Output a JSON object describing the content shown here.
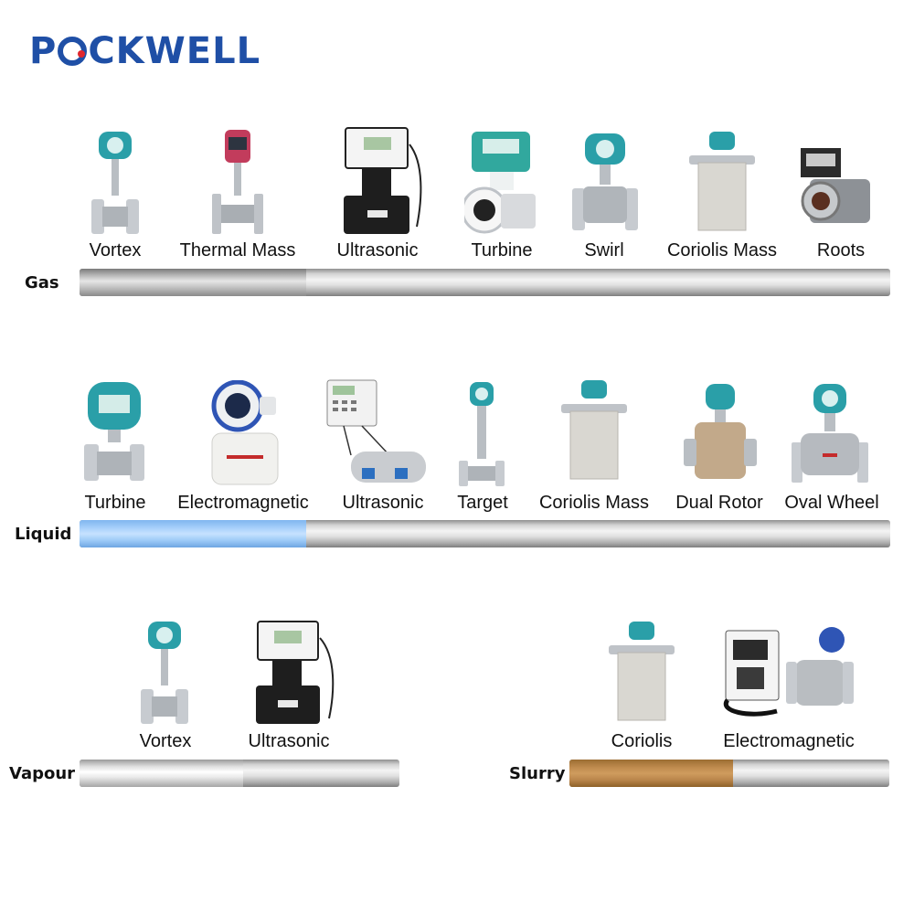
{
  "brand": {
    "logo_text": "POCKWELL",
    "logo_part1": "P",
    "logo_part2": "CKWELL"
  },
  "colors": {
    "brand_blue": "#1f4fa6",
    "brand_red": "#e0262d",
    "liquid": "#a8d1fb",
    "slurry": "#c08c4f"
  },
  "rows": {
    "gas": {
      "label": "Gas",
      "fill_fraction": 0.28,
      "devices": [
        "Vortex",
        "Thermal Mass",
        "Ultrasonic",
        "Turbine",
        "Swirl",
        "Coriolis Mass",
        "Roots"
      ]
    },
    "liquid": {
      "label": "Liquid",
      "fill_fraction": 0.28,
      "devices": [
        "Turbine",
        "Electromagnetic",
        "Ultrasonic",
        "Target",
        "Coriolis Mass",
        "Dual Rotor",
        "Oval Wheel"
      ]
    },
    "vapour": {
      "label": "Vapour",
      "fill_fraction": 0.51,
      "devices": [
        "Vortex",
        "Ultrasonic"
      ]
    },
    "slurry": {
      "label": "Slurry",
      "fill_fraction": 0.51,
      "devices": [
        "Coriolis",
        "Electromagnetic"
      ]
    }
  }
}
